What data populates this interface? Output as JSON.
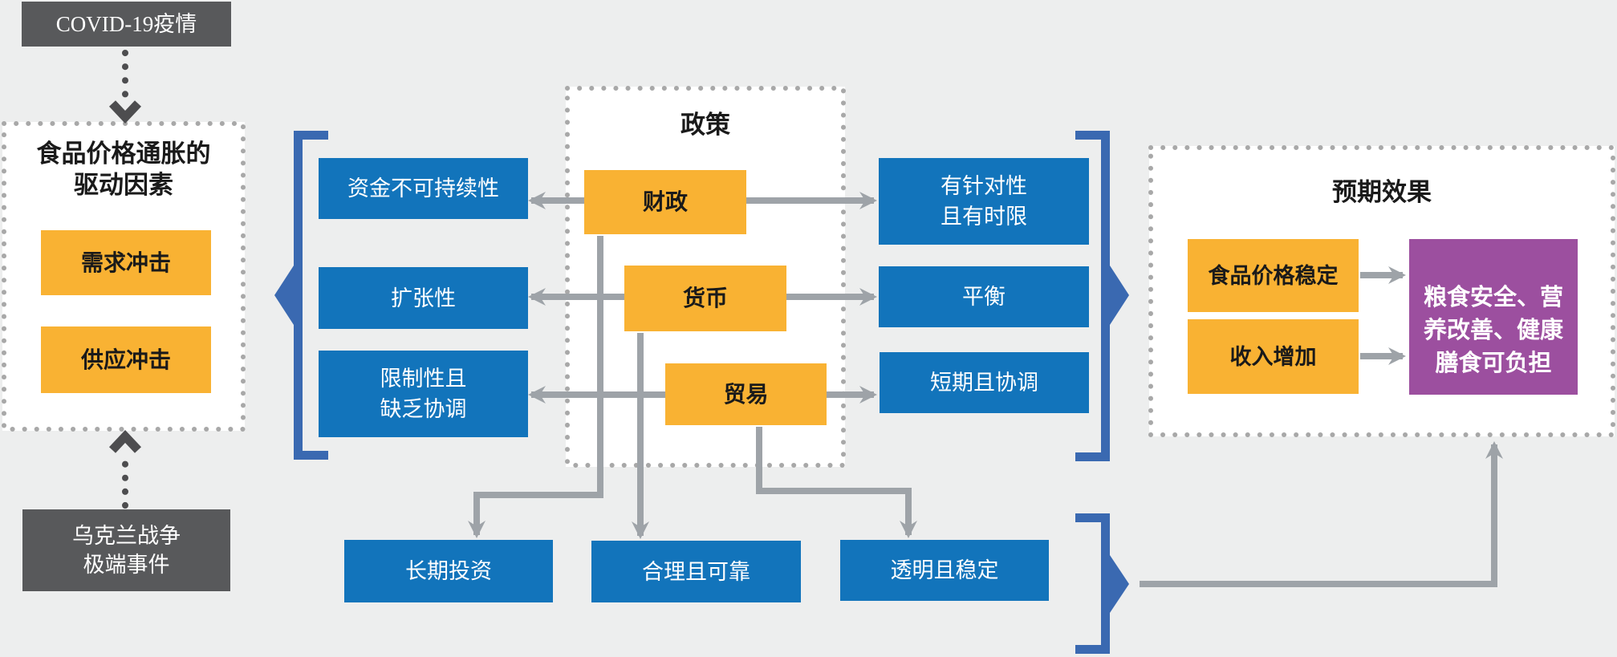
{
  "shocks_panel": {
    "source_top": "COVID-19疫情",
    "title": "食品价格通胀的\n驱动因素",
    "demand_shock": "需求冲击",
    "supply_shock": "供应冲击",
    "source_bottom": "乌克兰战争\n极端事件"
  },
  "policy_panel": {
    "title": "政策",
    "fiscal": "财政",
    "monetary": "货币",
    "trade": "贸易"
  },
  "unfavorable_policies": {
    "fiscal": "资金不可持续性",
    "monetary": "扩张性",
    "trade": "限制性且\n缺乏协调"
  },
  "favorable_policies": {
    "fiscal": "有针对性\n且有时限",
    "monetary": "平衡",
    "trade": "短期且协调"
  },
  "supporting_policies": {
    "investment": "长期投资",
    "reasonable": "合理且可靠",
    "transparent": "透明且稳定"
  },
  "outcomes_panel": {
    "title": "预期效果",
    "price_stability": "食品价格稳定",
    "income_increase": "收入增加",
    "result": "粮食安全、营\n养改善、健康\n膳食可负担"
  },
  "colors": {
    "background": "#EDEEEE",
    "yellow": "#F9B233",
    "blue": "#1274BB",
    "purple": "#9C4F9F",
    "dark_gray": "#58595B",
    "bracket_blue": "#3A69B1",
    "line_gray": "#9EA3A8",
    "dot_gray": "#A8A8A8"
  }
}
